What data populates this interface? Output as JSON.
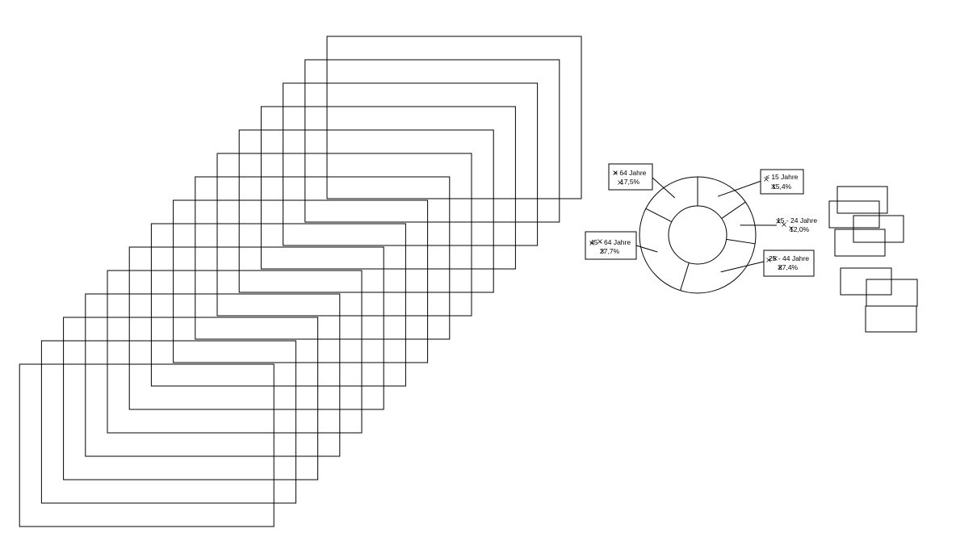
{
  "chart_data": {
    "type": "pie",
    "donut": true,
    "legend": "none",
    "slices": [
      {
        "label": "< 15 Jahre",
        "value": "15,4%"
      },
      {
        "label": "15 - 24 Jahre",
        "value": "12,0%"
      },
      {
        "label": "25 - 44 Jahre",
        "value": "27,4%"
      },
      {
        "label": "45 - 64 Jahre",
        "value": "27,7%"
      },
      {
        "label": "> 64 Jahre",
        "value": "17,5%"
      }
    ],
    "percentages": [
      15.4,
      12.0,
      27.4,
      27.7,
      17.5
    ]
  }
}
